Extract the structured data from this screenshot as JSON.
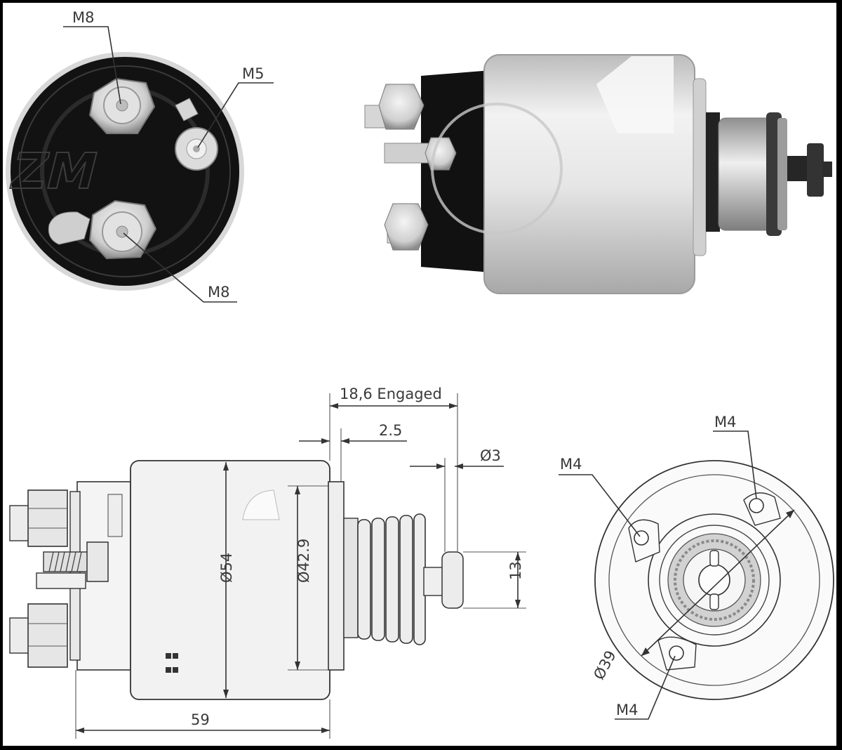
{
  "labels": {
    "top_left_m8_upper": "M8",
    "top_left_m5": "M5",
    "top_left_m8_lower": "M8",
    "dim_engaged": "18,6 Engaged",
    "dim_25": "2.5",
    "dim_d3": "Ø3",
    "dim_13": "13",
    "dim_d54": "Ø54",
    "dim_d429": "Ø42.9",
    "dim_59": "59",
    "right_m4_top": "M4",
    "right_m4_left": "M4",
    "right_m4_bottom": "M4",
    "right_d39": "Ø39"
  },
  "colors": {
    "frame": "#000000",
    "background": "#ffffff",
    "line": "#333333",
    "metal_light": "#e8e8e8",
    "metal_dark": "#9a9a9a",
    "cap_black": "#111111"
  }
}
